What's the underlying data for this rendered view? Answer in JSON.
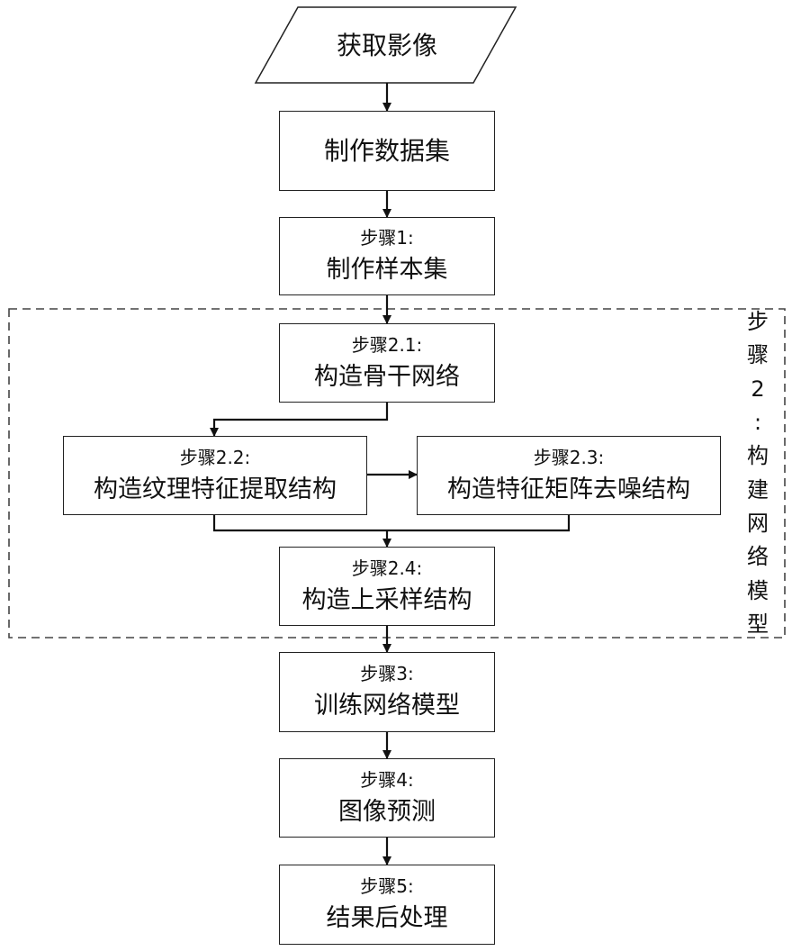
{
  "flow": {
    "acquire": {
      "title": "获取影像"
    },
    "dataset": {
      "title": "制作数据集"
    },
    "step1": {
      "label": "步骤1:",
      "title": "制作样本集"
    },
    "step2_1": {
      "label": "步骤2.1:",
      "title": "构造骨干网络"
    },
    "step2_2": {
      "label": "步骤2.2:",
      "title": "构造纹理特征提取结构"
    },
    "step2_3": {
      "label": "步骤2.3:",
      "title": "构造特征矩阵去噪结构"
    },
    "step2_4": {
      "label": "步骤2.4:",
      "title": "构造上采样结构"
    },
    "step3": {
      "label": "步骤3:",
      "title": "训练网络模型"
    },
    "step4": {
      "label": "步骤4:",
      "title": "图像预测"
    },
    "step5": {
      "label": "步骤5:",
      "title": "结果后处理"
    }
  },
  "group": {
    "chars": [
      "步",
      "骤",
      "2",
      ":",
      "构",
      "建",
      "网",
      "络",
      "模",
      "型"
    ]
  }
}
